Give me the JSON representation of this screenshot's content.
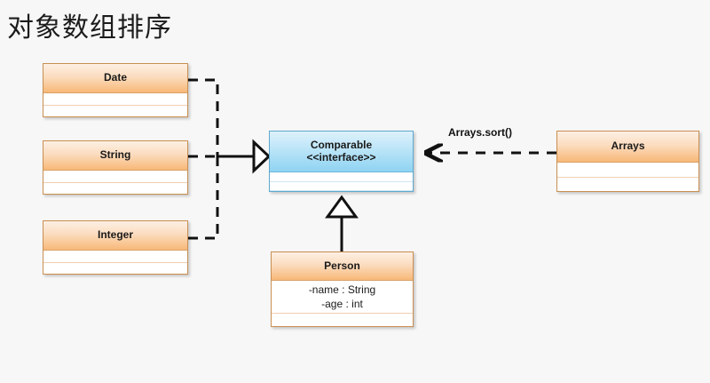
{
  "page": {
    "title": "对象数组排序",
    "background_color": "#f7f7f7"
  },
  "colors": {
    "class_header_accent": "#f8b878",
    "class_border": "#c98f52",
    "interface_header_accent": "#8fd3f2",
    "interface_border": "#5ea9cf",
    "connector": "#111111"
  },
  "diagram": {
    "type": "uml-class-diagram",
    "classes": [
      {
        "id": "date",
        "name": "Date",
        "stereotype": "",
        "kind": "class",
        "attributes": "",
        "operations": ""
      },
      {
        "id": "string",
        "name": "String",
        "stereotype": "",
        "kind": "class",
        "attributes": "",
        "operations": ""
      },
      {
        "id": "integer",
        "name": "Integer",
        "stereotype": "",
        "kind": "class",
        "attributes": "",
        "operations": ""
      },
      {
        "id": "comparable",
        "name": "Comparable",
        "stereotype": "<<interface>>",
        "kind": "interface",
        "attributes": "",
        "operations": ""
      },
      {
        "id": "person",
        "name": "Person",
        "stereotype": "",
        "kind": "class",
        "attributes": "-name : String\n-age : int",
        "operations": ""
      },
      {
        "id": "arrays",
        "name": "Arrays",
        "stereotype": "",
        "kind": "class",
        "attributes": "",
        "operations": ""
      }
    ],
    "relations": [
      {
        "id": "date-implements-comparable",
        "from": "date",
        "to": "comparable",
        "style": "dashed",
        "arrow": "hollow-triangle",
        "label": ""
      },
      {
        "id": "string-implements-comparable",
        "from": "string",
        "to": "comparable",
        "style": "dashed",
        "arrow": "hollow-triangle",
        "label": ""
      },
      {
        "id": "integer-implements-comparable",
        "from": "integer",
        "to": "comparable",
        "style": "dashed",
        "arrow": "hollow-triangle",
        "label": ""
      },
      {
        "id": "person-implements-comparable",
        "from": "person",
        "to": "comparable",
        "style": "solid",
        "arrow": "hollow-triangle",
        "label": ""
      },
      {
        "id": "arrays-uses-comparable",
        "from": "arrays",
        "to": "comparable",
        "style": "dashed",
        "arrow": "open",
        "label": "Arrays.sort()"
      }
    ]
  }
}
